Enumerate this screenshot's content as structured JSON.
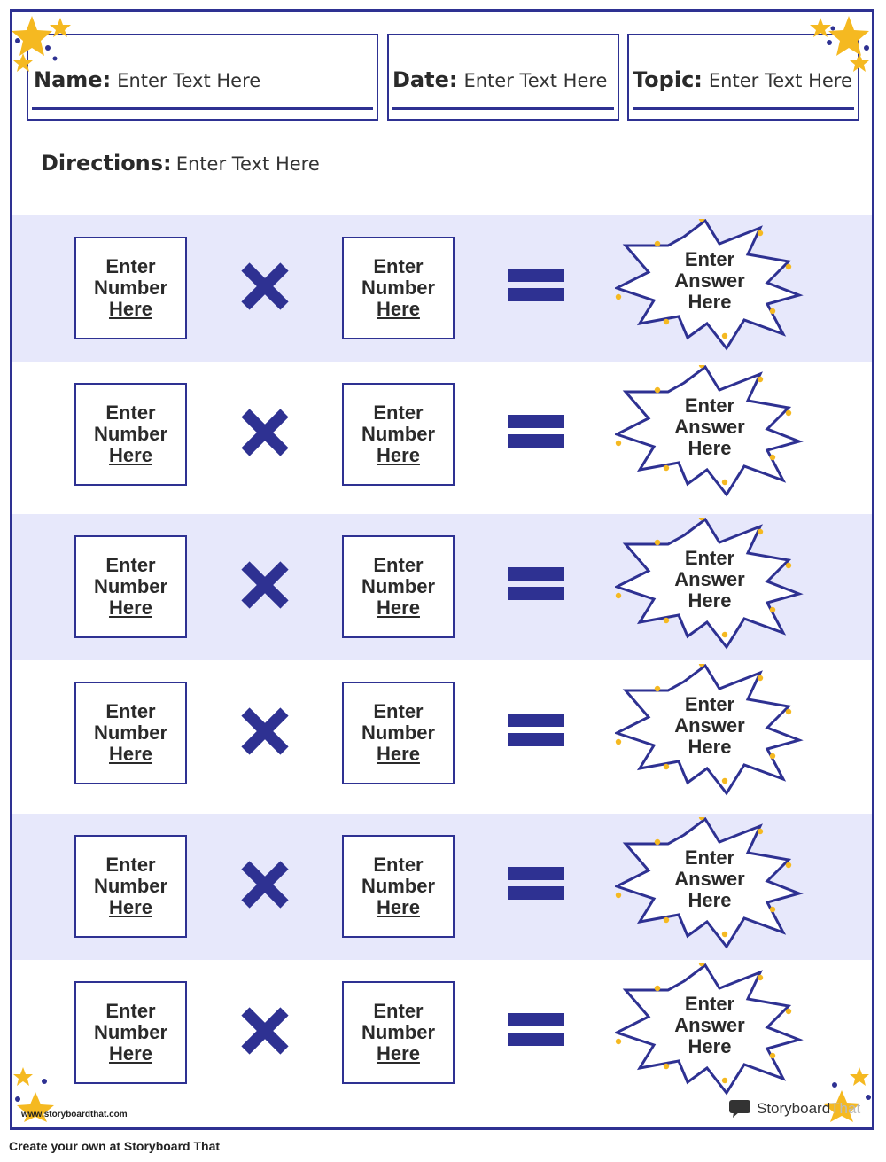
{
  "header": {
    "name": {
      "label": "Name:",
      "value": "Enter Text Here"
    },
    "date": {
      "label": "Date:",
      "value": "Enter Text Here"
    },
    "topic": {
      "label": "Topic:",
      "value": "Enter Text Here"
    }
  },
  "directions": {
    "label": "Directions:",
    "value": "Enter Text Here"
  },
  "problems": [
    {
      "a": [
        "Enter",
        "Number",
        "Here"
      ],
      "b": [
        "Enter",
        "Number",
        "Here"
      ],
      "answer": [
        "Enter",
        "Answer",
        "Here"
      ]
    },
    {
      "a": [
        "Enter",
        "Number",
        "Here"
      ],
      "b": [
        "Enter",
        "Number",
        "Here"
      ],
      "answer": [
        "Enter",
        "Answer",
        "Here"
      ]
    },
    {
      "a": [
        "Enter",
        "Number",
        "Here"
      ],
      "b": [
        "Enter",
        "Number",
        "Here"
      ],
      "answer": [
        "Enter",
        "Answer",
        "Here"
      ]
    },
    {
      "a": [
        "Enter",
        "Number",
        "Here"
      ],
      "b": [
        "Enter",
        "Number",
        "Here"
      ],
      "answer": [
        "Enter",
        "Answer",
        "Here"
      ]
    },
    {
      "a": [
        "Enter",
        "Number",
        "Here"
      ],
      "b": [
        "Enter",
        "Number",
        "Here"
      ],
      "answer": [
        "Enter",
        "Answer",
        "Here"
      ]
    },
    {
      "a": [
        "Enter",
        "Number",
        "Here"
      ],
      "b": [
        "Enter",
        "Number",
        "Here"
      ],
      "answer": [
        "Enter",
        "Answer",
        "Here"
      ]
    }
  ],
  "icons": {
    "operator": "multiply-icon",
    "equals": "equals-icon",
    "answer_shape": "starburst-icon",
    "decoration": "star-icon"
  },
  "footer": {
    "url": "www.storyboardthat.com",
    "logo_main": "Storyboard",
    "logo_suffix": "That",
    "create": "Create your own at Storyboard That"
  },
  "colors": {
    "accent": "#2e3192",
    "row_shade": "#e7e8fb",
    "star": "#f5b921"
  }
}
